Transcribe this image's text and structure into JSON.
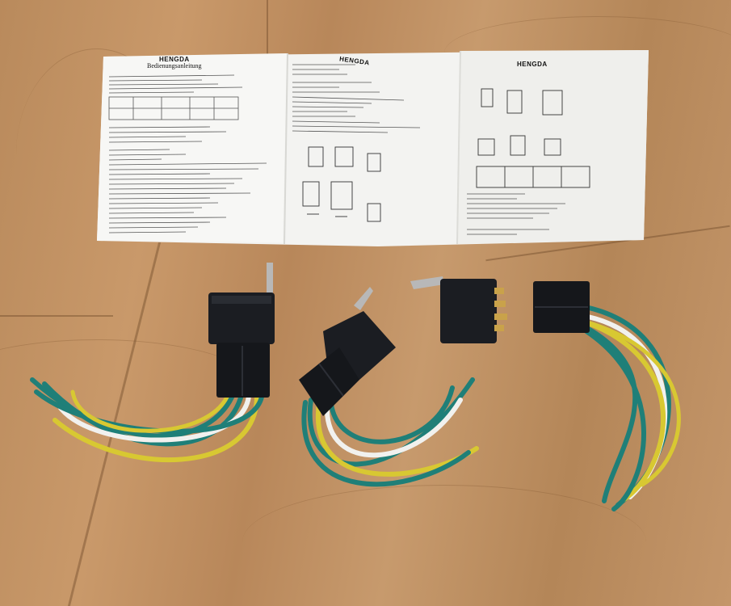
{
  "leaflet": {
    "brand_left": "HENGDA",
    "title_left": "Bedienungsanleitung",
    "brand_middle": "HENGDA",
    "brand_right": "HENGDA"
  },
  "objects": [
    "leaflet",
    "relay-harness-1",
    "relay-harness-2",
    "relay-harness-3"
  ],
  "colors": {
    "wood": "#c0905f",
    "relay_body": "#1b1d22",
    "wire_green": "#1f7f78",
    "wire_yellow": "#d8c832",
    "wire_white": "#f1f1ee",
    "bracket": "#b8b8b8",
    "terminal": "#c9a24a"
  }
}
